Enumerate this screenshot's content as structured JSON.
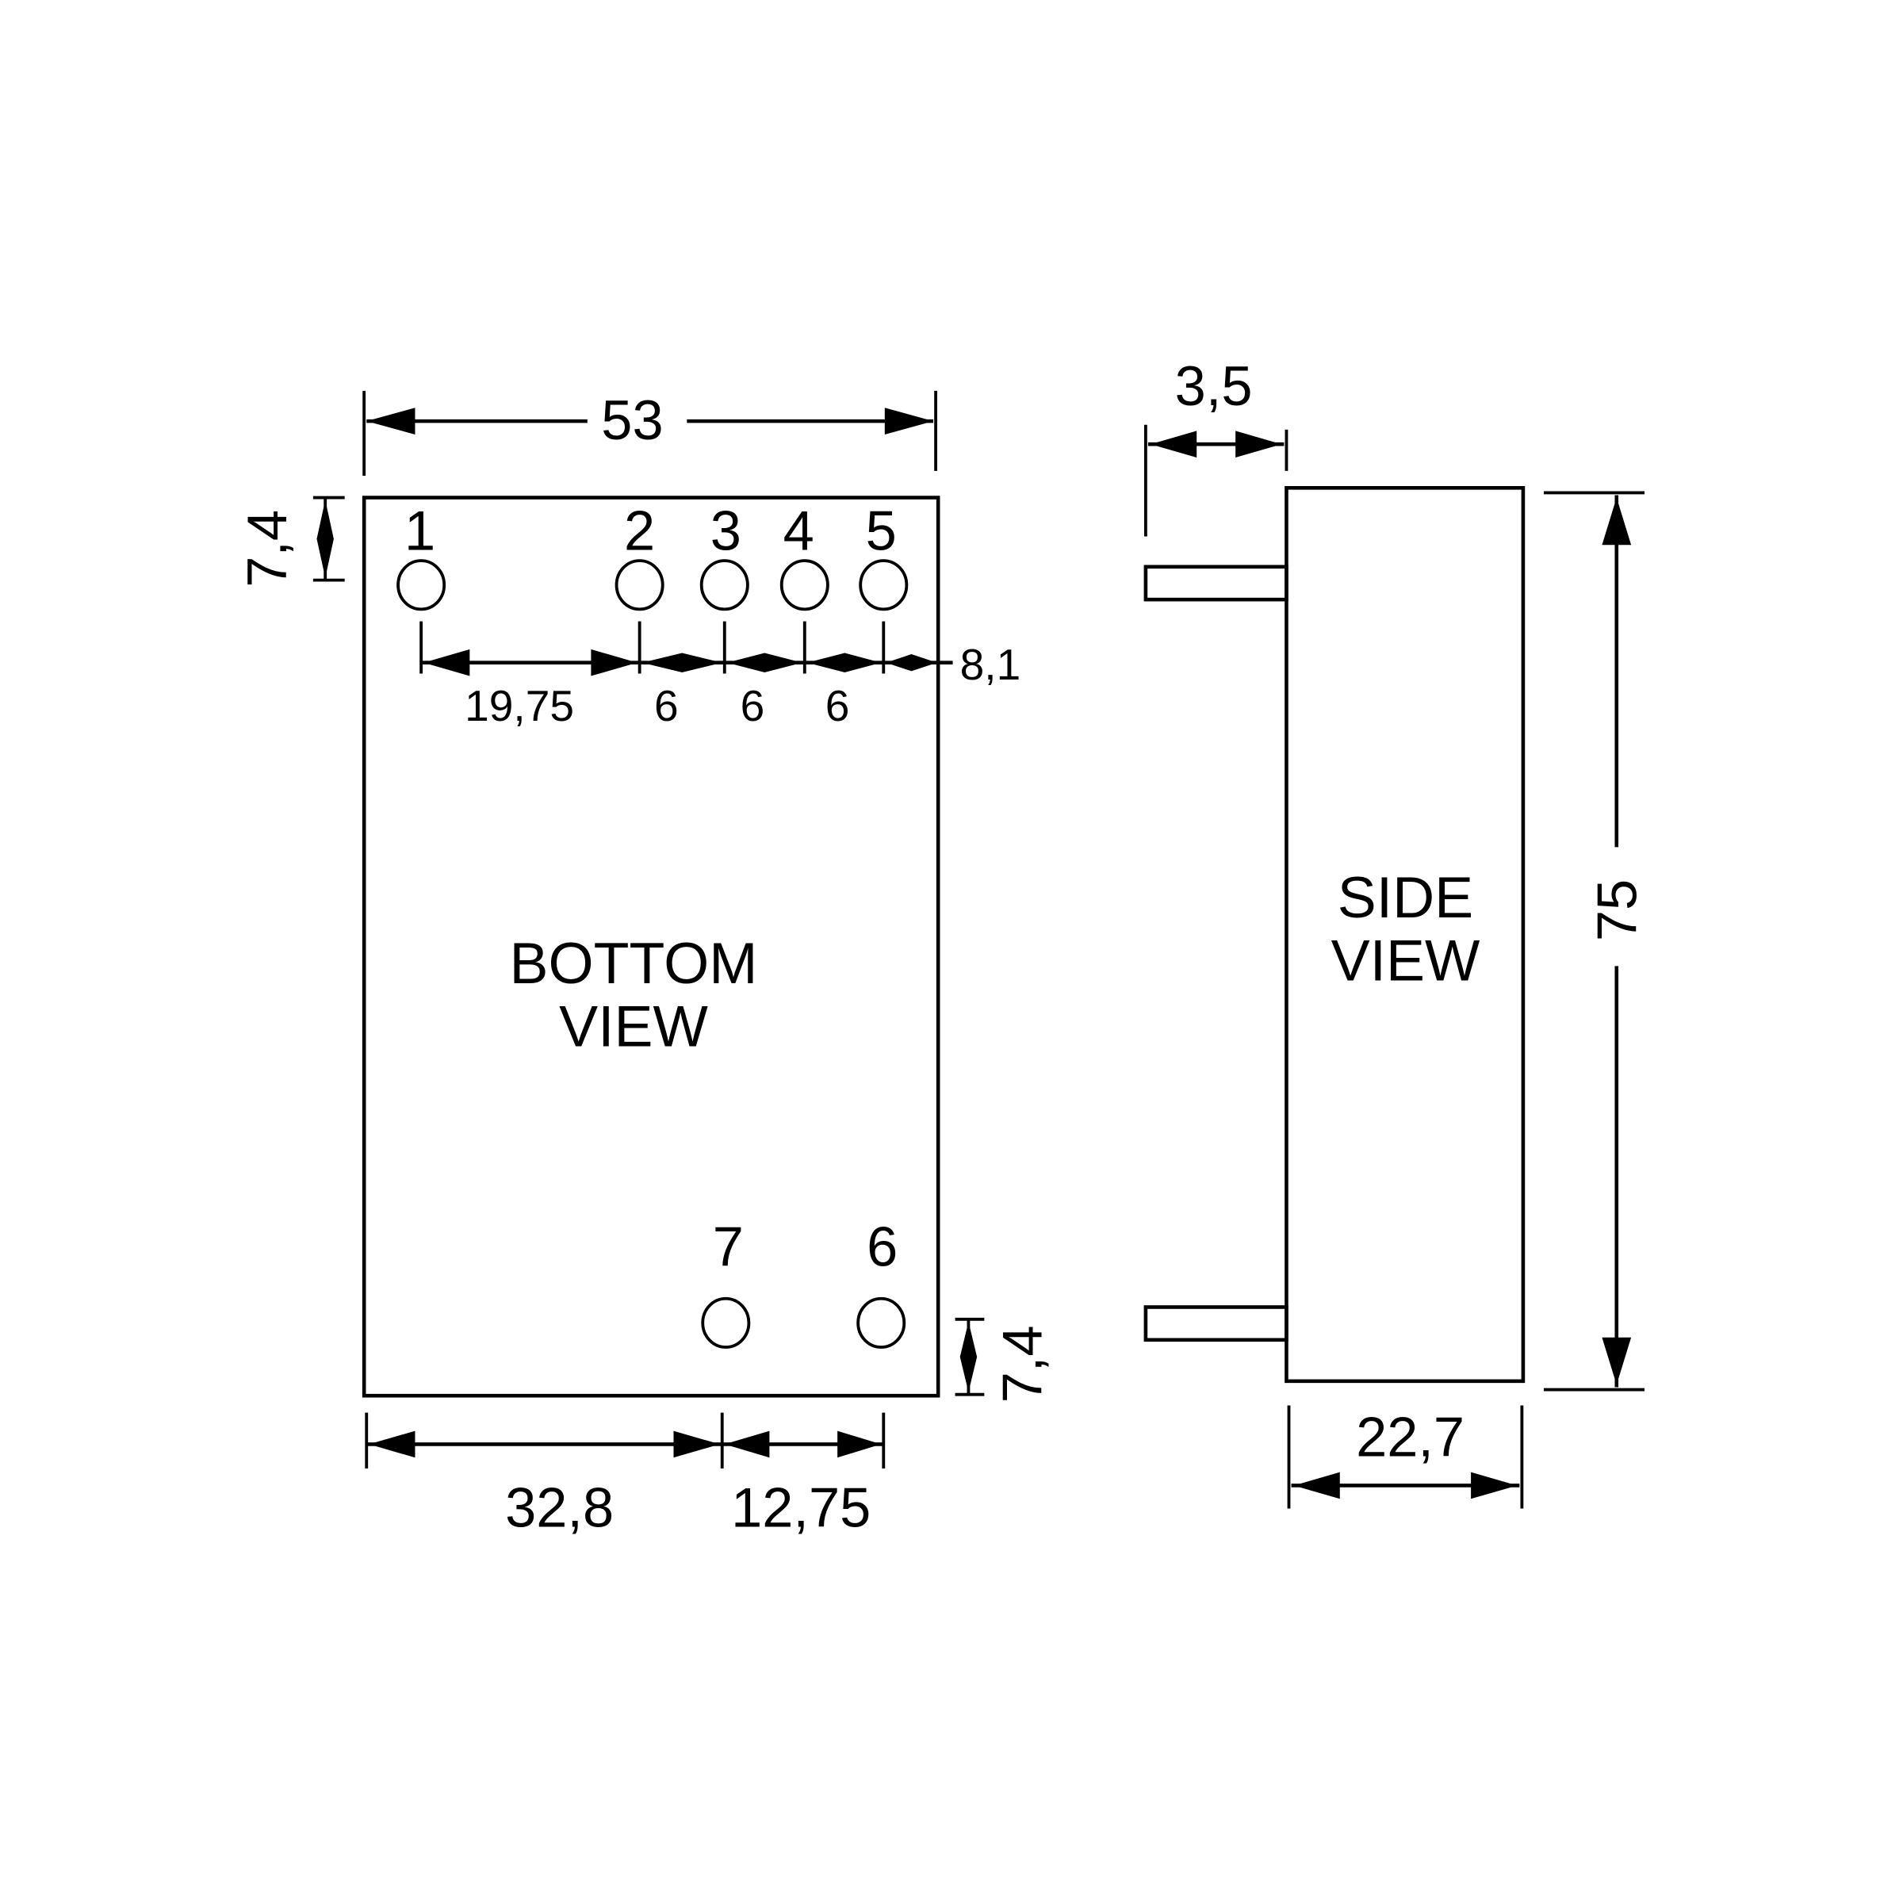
{
  "diagram": {
    "type": "mechanical-drawing",
    "units": "mm",
    "bottom_view": {
      "label_line1": "BOTTOM",
      "label_line2": "VIEW",
      "dims": {
        "width": "53",
        "pin_offset_top_left": "7,4",
        "pin1_to_pin2": "19,75",
        "pin2_to_pin3": "6",
        "pin3_to_pin4": "6",
        "pin4_to_pin5": "6",
        "pin5_to_edge": "8,1",
        "left_to_pin7": "32,8",
        "pin7_to_pin6": "12,75",
        "pin_offset_bottom_right": "7,4"
      },
      "pins_top": [
        "1",
        "2",
        "3",
        "4",
        "5"
      ],
      "pins_bottom": [
        "7",
        "6"
      ]
    },
    "side_view": {
      "label_line1": "SIDE",
      "label_line2": "VIEW",
      "dims": {
        "pin_length": "3,5",
        "height": "75",
        "depth": "22,7"
      }
    }
  }
}
